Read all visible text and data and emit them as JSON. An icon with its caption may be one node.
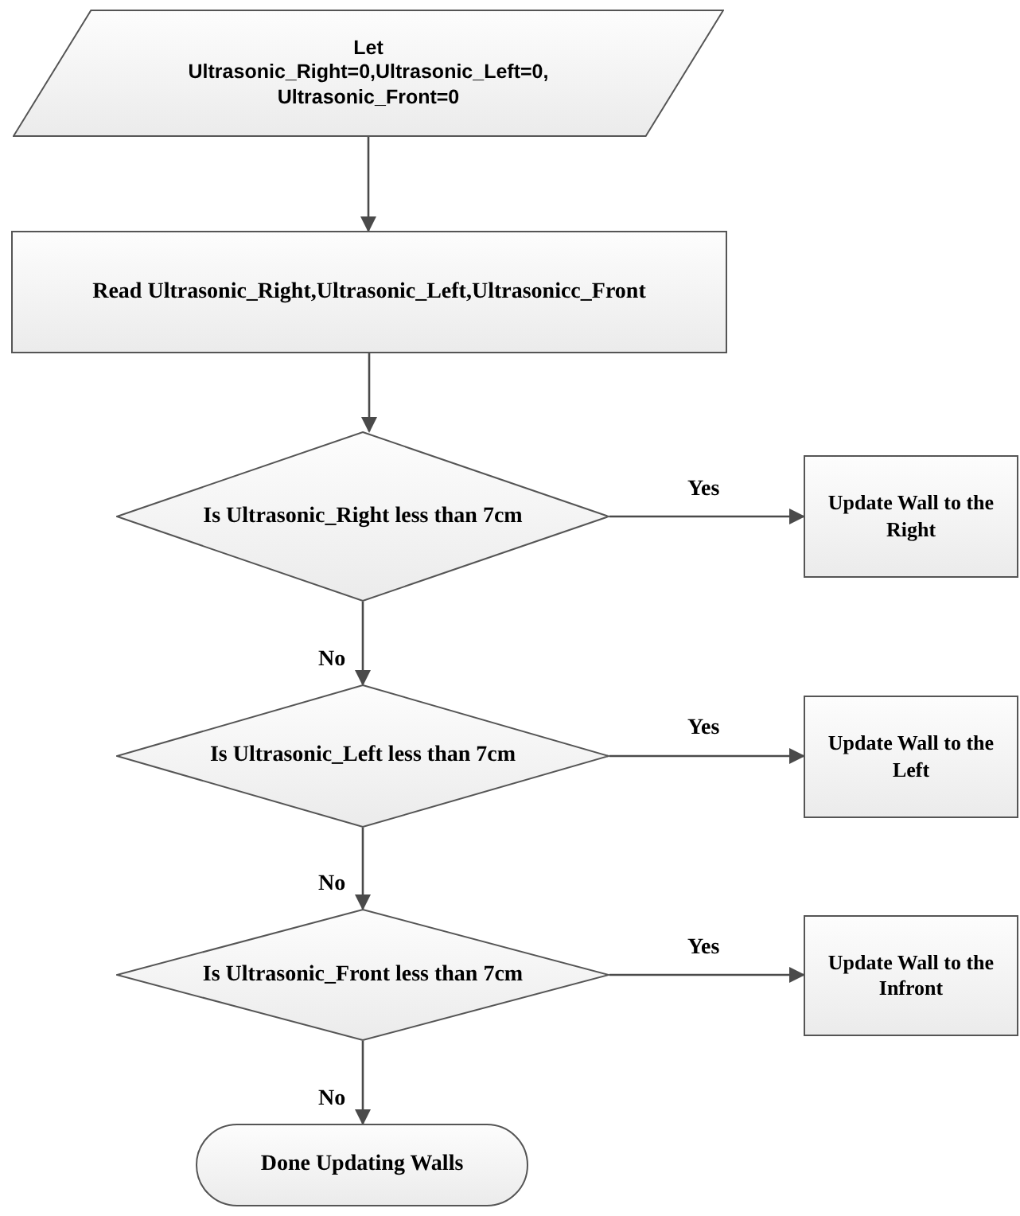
{
  "diagram": {
    "nodes": [
      {
        "text": [
          "Let",
          "Ultrasonic_Right=0,Ultrasonic_Left=0, Ultrasonic_Front=0"
        ]
      },
      {
        "text": [
          "Read Ultrasonic_Right,Ultrasonic_Left,Ultrasonicc_Front"
        ]
      },
      {
        "text": [
          "Is Ultrasonic_Right less than 7cm"
        ]
      },
      {
        "text": [
          "Update Wall to the Right"
        ]
      },
      {
        "text": [
          "Is Ultrasonic_Left less than 7cm"
        ]
      },
      {
        "text": [
          "Update Wall to the Left"
        ]
      },
      {
        "text": [
          "Is Ultrasonic_Front less than 7cm"
        ]
      },
      {
        "text": [
          "Update Wall to the Infront"
        ]
      },
      {
        "text": [
          "Done Updating Walls"
        ]
      }
    ],
    "edges": [
      {
        "from": 0,
        "to": 1,
        "arrow": "to"
      },
      {
        "from": 1,
        "to": 2,
        "arrow": "to"
      },
      {
        "from": 2,
        "to": 3,
        "arrow": "to",
        "label": "Yes"
      },
      {
        "from": 2,
        "to": 4,
        "arrow": "to",
        "label": "No"
      },
      {
        "from": 4,
        "to": 5,
        "arrow": "to",
        "label": "Yes"
      },
      {
        "from": 4,
        "to": 6,
        "arrow": "to",
        "label": "No"
      },
      {
        "from": 6,
        "to": 7,
        "arrow": "to",
        "label": "Yes"
      },
      {
        "from": 6,
        "to": 8,
        "arrow": "to",
        "label": "No"
      }
    ]
  }
}
